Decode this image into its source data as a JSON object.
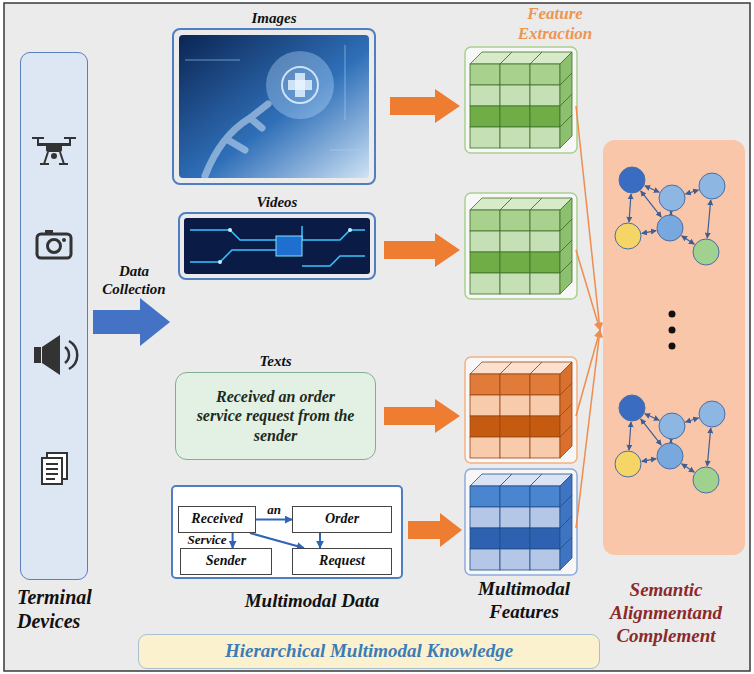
{
  "diagram": {
    "nodes": [
      {
        "text": [
          "Terminal Devices"
        ]
      },
      {
        "text": [
          "Images"
        ]
      },
      {
        "text": [
          "Videos"
        ]
      },
      {
        "text": [
          "Texts",
          "Received an order service request from the sender"
        ]
      },
      {
        "text": [
          "Received"
        ]
      },
      {
        "text": [
          "Order"
        ]
      },
      {
        "text": [
          "Sender"
        ]
      },
      {
        "text": [
          "Request"
        ]
      },
      {
        "text": [
          "Semantic Alignmentand Complement"
        ]
      },
      {
        "text": [
          "Hierarchical Multimodal Knowledge"
        ]
      }
    ],
    "edges": [
      {
        "from": 4,
        "to": 5,
        "arrow": "to",
        "label": "an"
      },
      {
        "from": 4,
        "to": 6,
        "arrow": "to",
        "label": "Service"
      },
      {
        "from": 4,
        "to": 7,
        "arrow": "to"
      },
      {
        "from": 5,
        "to": 7,
        "arrow": "to"
      }
    ],
    "labels": [
      "Data Collection",
      "Feature Extraction",
      "Multimodal Data",
      "Multimodal Features"
    ]
  }
}
